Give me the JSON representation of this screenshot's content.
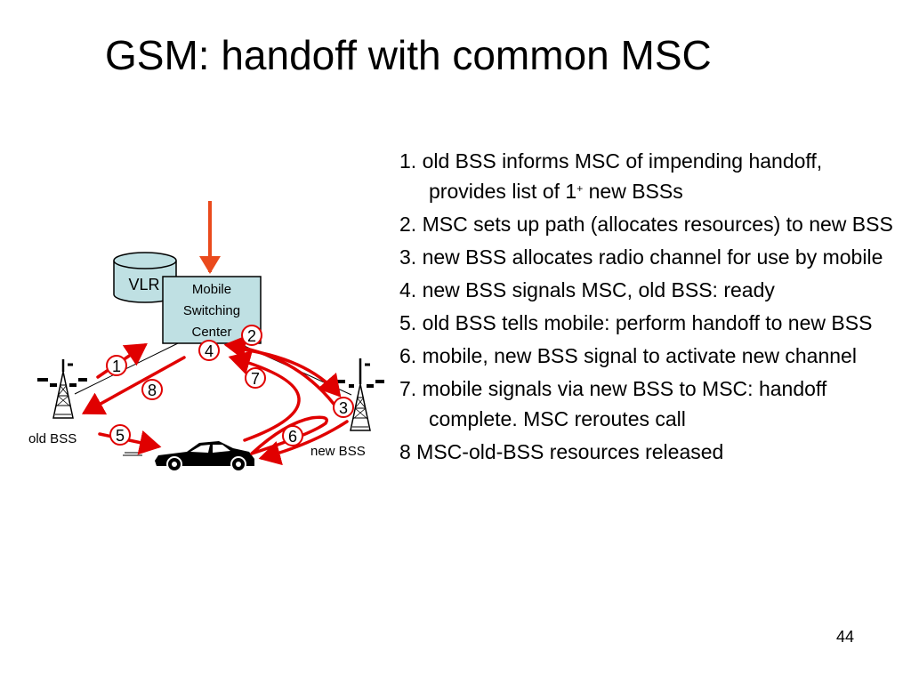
{
  "slide": {
    "title": "GSM: handoff with common MSC",
    "number": "44"
  },
  "diagram": {
    "vlr_label": "VLR",
    "msc_label_lines": [
      "Mobile",
      "Switching",
      "Center"
    ],
    "old_bss_label": "old BSS",
    "new_bss_label": "new BSS",
    "step_markers": [
      "1",
      "2",
      "3",
      "4",
      "5",
      "6",
      "7",
      "8"
    ],
    "colors": {
      "arrow": "#e00000",
      "incoming_arrow": "#ea4a1c",
      "msc_fill": "#bfe0e3",
      "vlr_fill": "#bfe0e3",
      "outline": "#000000"
    }
  },
  "steps": [
    {
      "prefix": "1. old BSS informs MSC of impending handoff, provides list of 1",
      "sup": "+",
      "suffix": " new BSSs"
    },
    {
      "prefix": "2. MSC sets up path (allocates resources) to new BSS"
    },
    {
      "prefix": "3. new BSS allocates radio channel for use by mobile"
    },
    {
      "prefix": "4. new BSS signals MSC, old BSS: ready"
    },
    {
      "prefix": "5. old BSS tells mobile: perform handoff to new BSS"
    },
    {
      "prefix": "6. mobile, new BSS signal to activate new channel"
    },
    {
      "prefix": "7. mobile signals via new BSS to MSC: handoff complete.  MSC reroutes call"
    },
    {
      "prefix": "8 MSC-old-BSS resources released"
    }
  ]
}
